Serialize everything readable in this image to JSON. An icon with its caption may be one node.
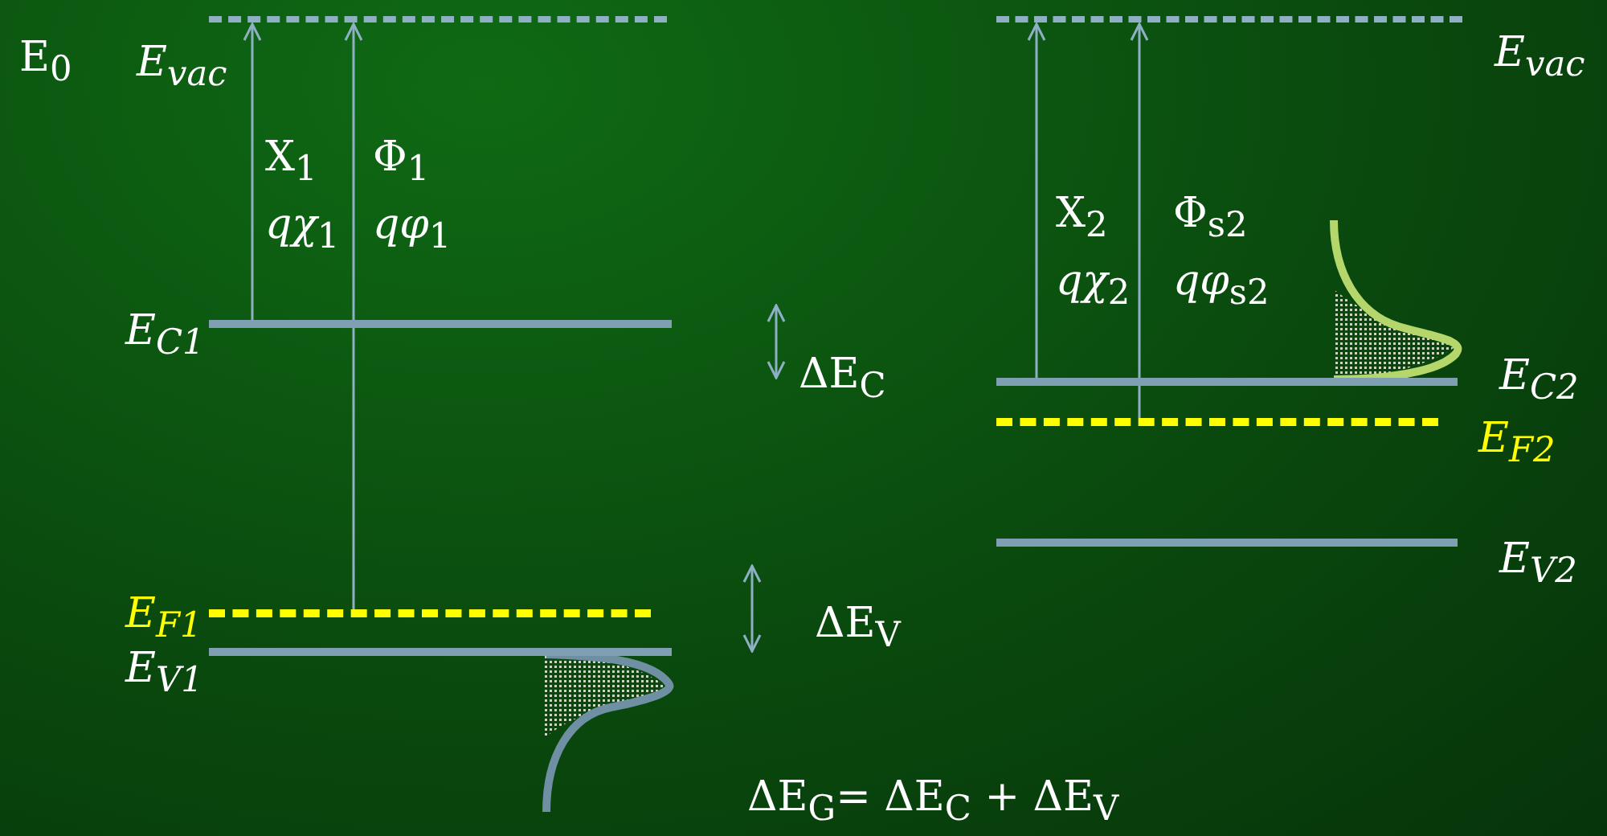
{
  "diagram": {
    "nodes": [
      {
        "text": [
          "E$_{vac}$"
        ]
      },
      {
        "text": [
          "E$_{C1}$"
        ]
      },
      {
        "text": [
          "E$_{F1}$"
        ]
      },
      {
        "text": [
          "E$_{V1}$"
        ]
      },
      {
        "text": [
          "E$_{vac}$"
        ]
      },
      {
        "text": [
          "E$_{C2}$"
        ]
      },
      {
        "text": [
          "E$_{F2}$"
        ]
      },
      {
        "text": [
          "E$_{V2}$"
        ]
      }
    ],
    "edges": [
      {
        "from": 1,
        "to": 0,
        "arrow": "to",
        "label": "Χ$_{1}$ *qχ*$_{1}$"
      },
      {
        "from": 2,
        "to": 0,
        "arrow": "to",
        "label": "Φ$_{1}$ *qφ*$_{1}$"
      },
      {
        "from": 5,
        "to": 4,
        "arrow": "to",
        "label": "Χ$_{2}$ *qχ*$_{2}$"
      },
      {
        "from": 6,
        "to": 4,
        "arrow": "to",
        "label": "Φ$_{s2}$ *qφ*$_{s2}$"
      }
    ],
    "labels": [
      "E$_{0}$",
      "ΔE$_{C}$",
      "ΔE$_{V}$",
      "ΔE$_{G}$= ΔE$_{C}$ + ΔE$_{V}$"
    ]
  }
}
